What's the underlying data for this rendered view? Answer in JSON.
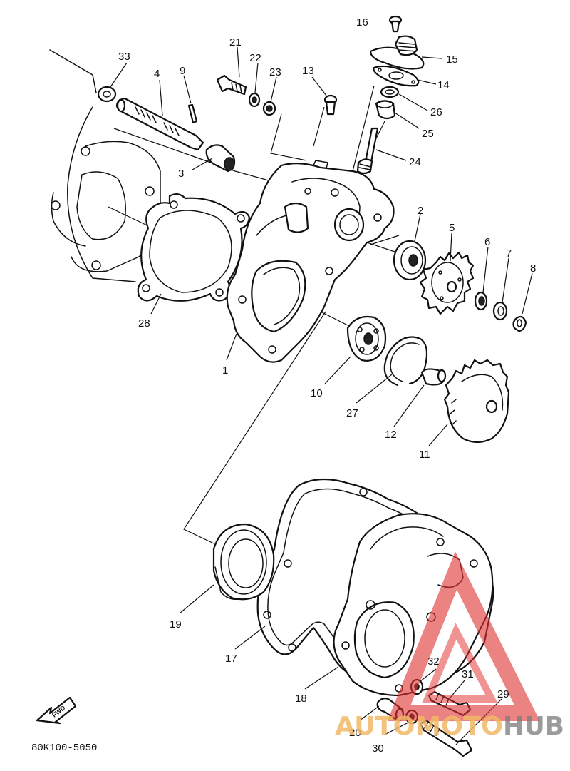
{
  "diagram_code": "80K100-5050",
  "fwd_label": "FWD",
  "watermark": {
    "text": "AUTOMOTOHUB",
    "part_a": "AUTOMOTO",
    "part_b": "HUB",
    "color_a": "#f2b866",
    "color_b": "#7a7a7a",
    "triangle_color": "#e03030"
  },
  "part_labels": [
    "1",
    "2",
    "3",
    "4",
    "5",
    "6",
    "7",
    "8",
    "9",
    "10",
    "11",
    "12",
    "13",
    "14",
    "15",
    "16",
    "17",
    "18",
    "19",
    "20",
    "21",
    "22",
    "23",
    "24",
    "25",
    "26",
    "27",
    "28",
    "29",
    "30",
    "31",
    "32",
    "33"
  ]
}
